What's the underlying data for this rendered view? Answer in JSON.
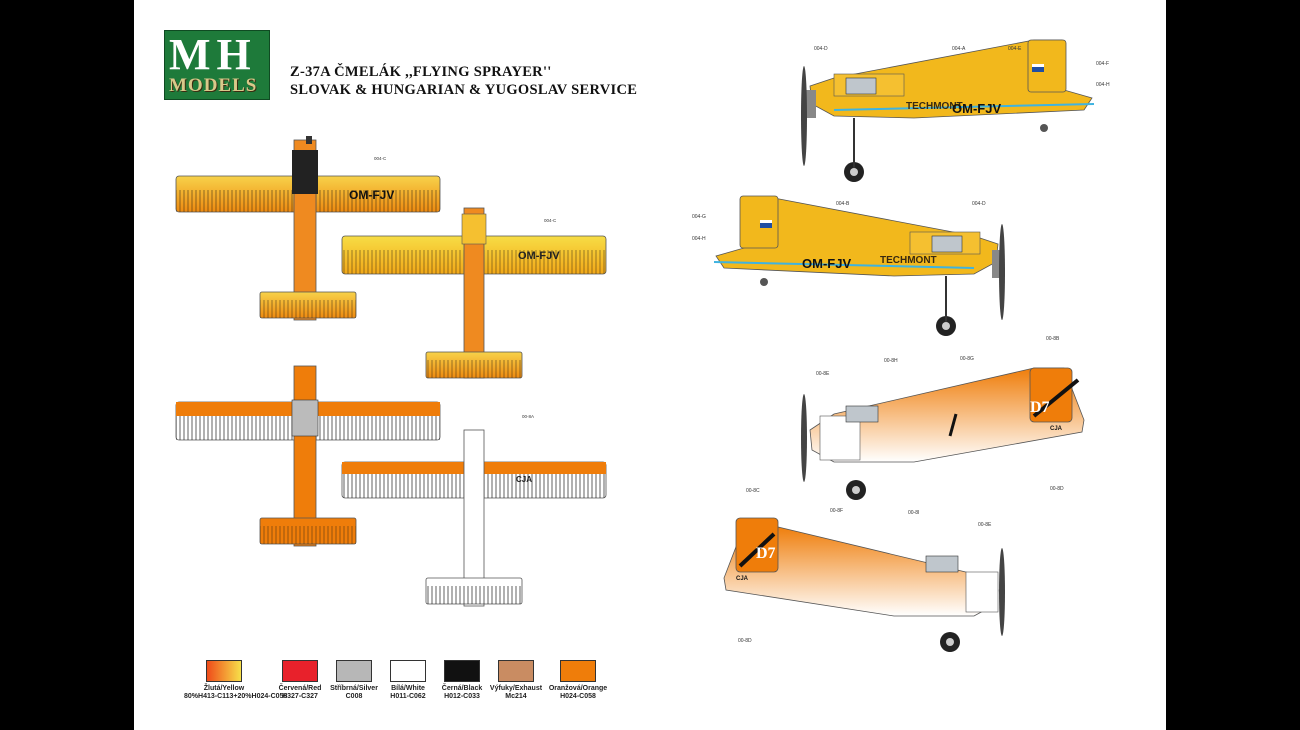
{
  "logo": {
    "mark": "MH",
    "name": "MODELS"
  },
  "title": {
    "line1": "Z-37A ČMELÁK ,,FLYING SPRAYER''",
    "line2": "SLOVAK & HUNGARIAN & YUGOSLAV SERVICE"
  },
  "registrations": {
    "slovak": "OM-FJV",
    "sponsor": "TECHMONT",
    "yugoslav_tail": "D7",
    "yugoslav_reg": "CJA"
  },
  "stencils": {
    "slovak_left": [
      "004-D",
      "004-A",
      "004-E",
      "004-F",
      "004-H"
    ],
    "slovak_right": [
      "004-G",
      "004-H",
      "004-B",
      "004-D"
    ],
    "yugo_left": [
      "00-8E",
      "00-8H",
      "00-8G",
      "00-8B",
      "00-8D"
    ],
    "yugo_right": [
      "00-8C",
      "00-8F",
      "00-8I",
      "00-8E",
      "00-8D"
    ],
    "plan_small": [
      "004-C",
      "004-C",
      "00-8A"
    ]
  },
  "colors": {
    "yellow": "#f2b81c",
    "yellow_light": "#f7d84a",
    "orange": "#ef7d0a",
    "red": "#e8212b",
    "silver": "#b7b7b7",
    "white": "#ffffff",
    "black": "#111111",
    "exhaust": "#c98c62",
    "sky": "#3fb3e0"
  },
  "swatches": [
    {
      "name": "Žlutá/Yellow",
      "code": "80%H413-C113+20%H024-C058",
      "color": "gradient"
    },
    {
      "name": "Červená/Red",
      "code": "H327-C327",
      "color": "#e8212b"
    },
    {
      "name": "Stříbrná/Silver",
      "code": "C008",
      "color": "#b7b7b7"
    },
    {
      "name": "Bílá/White",
      "code": "H011-C062",
      "color": "#ffffff"
    },
    {
      "name": "Černá/Black",
      "code": "H012-C033",
      "color": "#111111"
    },
    {
      "name": "Výfuky/Exhaust",
      "code": "Mc214",
      "color": "#c98c62"
    },
    {
      "name": "Oranžová/Orange",
      "code": "H024-C058",
      "color": "#ef7d0a"
    }
  ]
}
